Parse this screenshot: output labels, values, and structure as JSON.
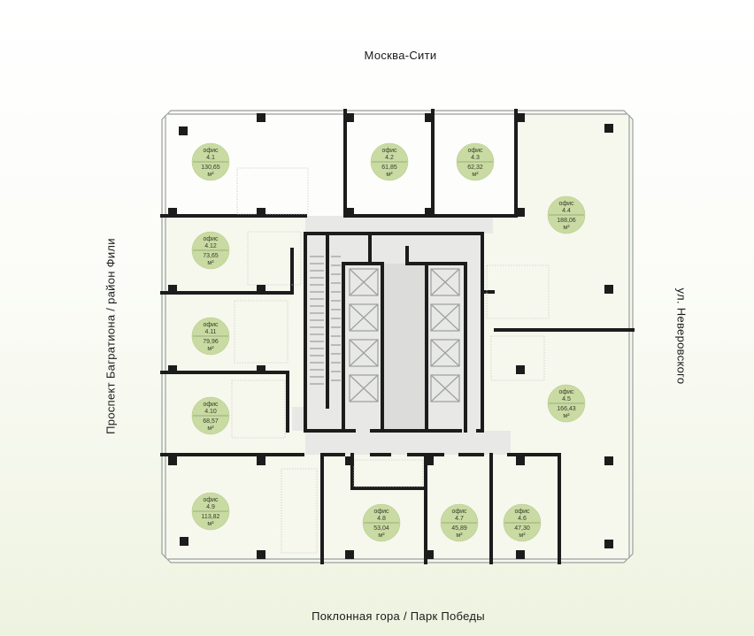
{
  "labels": {
    "top": "Москва-Сити",
    "bottom": "Поклонная гора / Парк Победы",
    "left": "Проспект Багратиона / район Фили",
    "right": "ул. Неверовского"
  },
  "colors": {
    "office_badge": "#c9dba3",
    "walls": "#1c1c1c",
    "core": "#e8e8e6"
  },
  "offices": [
    {
      "id": "4.1",
      "word": "офис",
      "area": "130,65",
      "unit": "м²"
    },
    {
      "id": "4.2",
      "word": "офис",
      "area": "61,85",
      "unit": "м²"
    },
    {
      "id": "4.3",
      "word": "офис",
      "area": "62,32",
      "unit": "м²"
    },
    {
      "id": "4.4",
      "word": "офис",
      "area": "188,06",
      "unit": "м²"
    },
    {
      "id": "4.5",
      "word": "офис",
      "area": "166,43",
      "unit": "м²"
    },
    {
      "id": "4.6",
      "word": "офис",
      "area": "47,30",
      "unit": "м²"
    },
    {
      "id": "4.7",
      "word": "офис",
      "area": "45,89",
      "unit": "м²"
    },
    {
      "id": "4.8",
      "word": "офис",
      "area": "53,04",
      "unit": "м²"
    },
    {
      "id": "4.9",
      "word": "офис",
      "area": "113,82",
      "unit": "м²"
    },
    {
      "id": "4.10",
      "word": "офис",
      "area": "68,57",
      "unit": "м²"
    },
    {
      "id": "4.11",
      "word": "офис",
      "area": "79,96",
      "unit": "м²"
    },
    {
      "id": "4.12",
      "word": "офис",
      "area": "73,65",
      "unit": "м²"
    }
  ]
}
